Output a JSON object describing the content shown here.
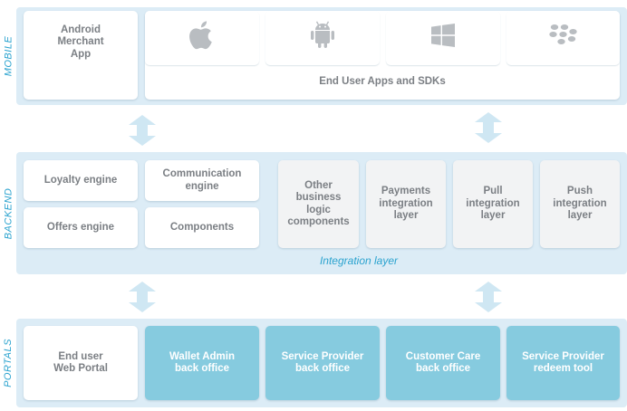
{
  "mobile": {
    "section_label": "MOBILE",
    "merchant_app": "Android\nMerchant\nApp",
    "sdk_label": "End User Apps and SDKs",
    "os_icons": [
      "apple-icon",
      "android-icon",
      "windows-icon",
      "blackberry-icon"
    ]
  },
  "backend": {
    "section_label": "BACKEND",
    "loyalty": "Loyalty engine",
    "communication": "Communication\nengine",
    "offers": "Offers engine",
    "components": "Components",
    "other_logic": "Other\nbusiness\nlogic\ncomponents",
    "payments": "Payments\nintegration\nlayer",
    "pull": "Pull\nintegration\nlayer",
    "push": "Push\nintegration\nlayer",
    "integration_label": "Integration layer"
  },
  "portals": {
    "section_label": "PORTALS",
    "web_portal": "End user\nWeb Portal",
    "wallet_admin": "Wallet Admin\nback office",
    "sp_backoffice": "Service Provider\nback office",
    "customer_care": "Customer Care\nback office",
    "sp_redeem": "Service Provider\nredeem tool"
  },
  "colors": {
    "band": "#dcecf6",
    "accent": "#2ba3cf",
    "portal_highlight": "#86cbdf",
    "arrow": "#cfe7f3",
    "icon": "#b9bdc1"
  }
}
